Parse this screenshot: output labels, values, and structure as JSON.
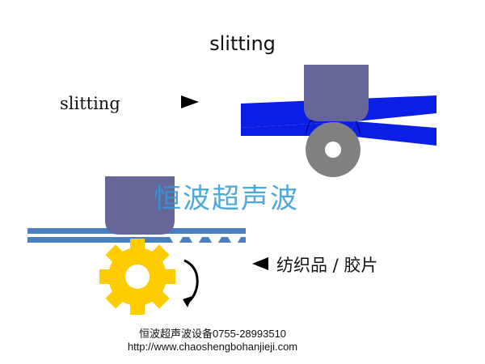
{
  "title": "slitting",
  "left_label": "slitting",
  "fabric_label": "纺织品 / 胶片",
  "watermark": "恒波超声波",
  "footer": {
    "line1": "恒波超声波设备0755-28993510",
    "line2": "http://www.chaoshengbohanjieji.com"
  },
  "icons": {
    "arrow_right": "play-right-icon",
    "arrow_left": "play-left-icon",
    "rotation": "curved-arrow-down-icon"
  },
  "colors": {
    "horn": "#666699",
    "blue_material": "#0a1ee6",
    "steel_blue": "#4a80c0",
    "roller_gray": "#808080",
    "gear_yellow": "#ffcc00"
  }
}
